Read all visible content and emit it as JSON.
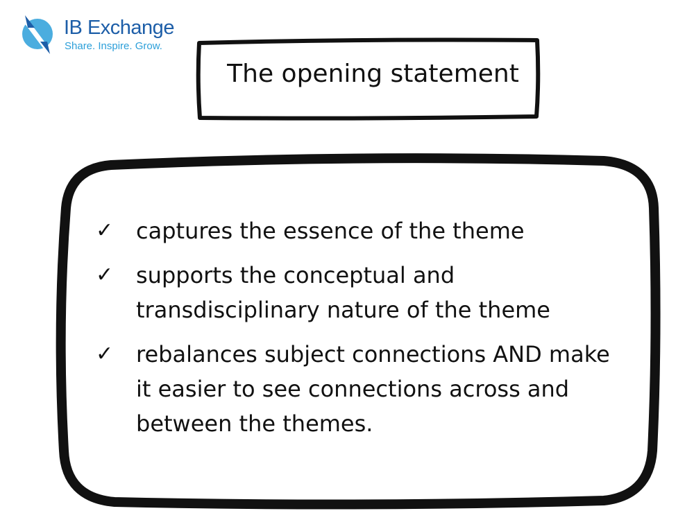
{
  "logo": {
    "name": "IB Exchange",
    "tagline": "Share. Inspire. Grow."
  },
  "slide": {
    "title": "The opening statement",
    "bullets": [
      {
        "icon": "check-icon",
        "text": "captures the essence of the theme"
      },
      {
        "icon": "check-icon",
        "text": "supports the conceptual and transdisciplinary nature of the theme"
      },
      {
        "icon": "check-icon",
        "text": "rebalances subject connections AND make it easier to see connections across and between the themes."
      }
    ]
  },
  "colors": {
    "brand_dark": "#1d5ea8",
    "brand_light": "#2c9fd9"
  }
}
